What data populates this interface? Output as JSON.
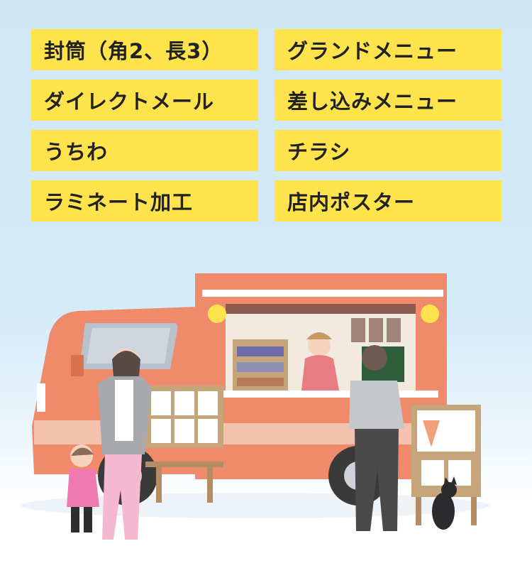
{
  "labels": {
    "left": [
      "封筒（角2、長3）",
      "ダイレクトメール",
      "うちわ",
      "ラミネート加工"
    ],
    "right": [
      "グランドメニュー",
      "差し込みメニュー",
      "チラシ",
      "店内ポスター"
    ]
  },
  "colors": {
    "label_bg": "#ffe34d",
    "truck": "#ef8a6a",
    "sky": "#cfe8f7"
  }
}
